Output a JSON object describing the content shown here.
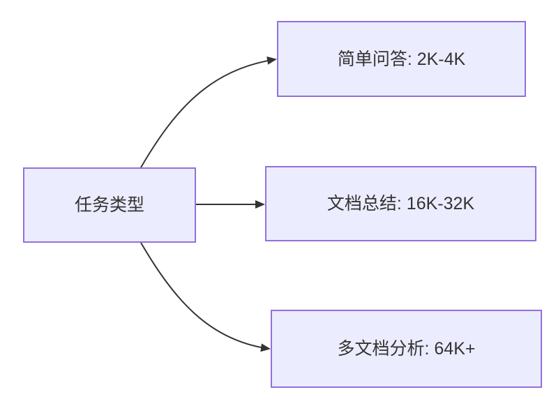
{
  "diagram": {
    "type": "flowchart",
    "background": "#ffffff",
    "node_fill": "#ECECFF",
    "node_border": "#9370DB",
    "text_color": "#333333",
    "arrow_color": "#333333",
    "nodes": [
      {
        "id": "task-type",
        "label": "任务类型"
      },
      {
        "id": "simple-qa",
        "label": "简单问答: 2K-4K"
      },
      {
        "id": "doc-summary",
        "label": "文档总结: 16K-32K"
      },
      {
        "id": "multi-doc",
        "label": "多文档分析: 64K+"
      }
    ],
    "edges": [
      {
        "from": "task-type",
        "to": "simple-qa"
      },
      {
        "from": "task-type",
        "to": "doc-summary"
      },
      {
        "from": "task-type",
        "to": "multi-doc"
      }
    ]
  }
}
